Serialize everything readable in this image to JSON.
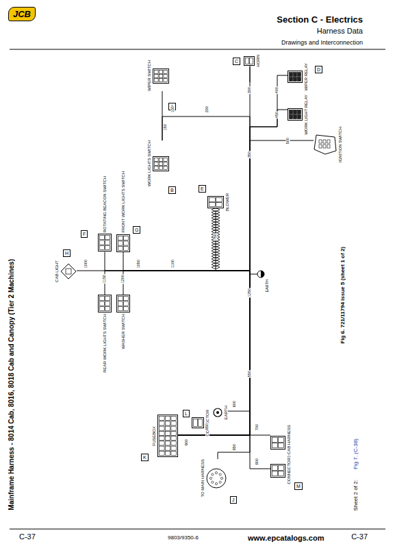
{
  "diagram": {
    "title": "Mainframe Harness - 8014 Cab, 8016, 8018 Cab and Canopy (Tier 2 Machines)",
    "caption": "Fig 6. 721/11794 issue 5 (sheet 1 of 2)",
    "nodes": [
      {
        "text": [
          "WIPER SWITCH"
        ]
      },
      {
        "text": [
          "WORK LIGHTS SWITCH"
        ]
      },
      {
        "text": [
          "HORN"
        ]
      },
      {
        "text": [
          "WIPER RELAY"
        ]
      },
      {
        "text": [
          "WORK LIGHT RELAY"
        ]
      },
      {
        "text": [
          "IGNITION SWITCH"
        ]
      },
      {
        "text": [
          "BLOWER"
        ]
      },
      {
        "text": [
          "CAB LIGHT"
        ]
      },
      {
        "text": [
          "ROTATING BEACON SWITCH"
        ]
      },
      {
        "text": [
          "FRONT WORK LIGHTS SWITCH"
        ]
      },
      {
        "text": [
          "REAR WORK LIGHTS SWITCH"
        ]
      },
      {
        "text": [
          "WASHER SWITCH"
        ]
      },
      {
        "text": [
          "FUSEBOX"
        ]
      },
      {
        "text": [
          "EARTH"
        ]
      },
      {
        "text": [
          "CONNECTOR"
        ]
      },
      {
        "text": [
          "TO CAB HARNESS"
        ]
      },
      {
        "text": [
          "CONNECTOR"
        ]
      },
      {
        "text": [
          "TO MAIN HARNESS"
        ]
      }
    ],
    "edges": [
      {
        "from": 0,
        "to": 1,
        "arrow": "none"
      },
      {
        "from": 1,
        "to": 12,
        "arrow": "none"
      },
      {
        "from": 2,
        "to": 12,
        "arrow": "none"
      },
      {
        "from": 3,
        "to": 12,
        "arrow": "none"
      },
      {
        "from": 4,
        "to": 12,
        "arrow": "none"
      },
      {
        "from": 5,
        "to": 12,
        "arrow": "none"
      },
      {
        "from": 6,
        "to": 12,
        "arrow": "none"
      },
      {
        "from": 7,
        "to": 12,
        "arrow": "none"
      },
      {
        "from": 8,
        "to": 12,
        "arrow": "none"
      },
      {
        "from": 9,
        "to": 12,
        "arrow": "none"
      },
      {
        "from": 10,
        "to": 12,
        "arrow": "none"
      },
      {
        "from": 11,
        "to": 12,
        "arrow": "none"
      },
      {
        "from": 13,
        "to": 12,
        "arrow": "none"
      },
      {
        "from": 14,
        "to": 12,
        "arrow": "none"
      },
      {
        "from": 15,
        "to": 12,
        "arrow": "none"
      },
      {
        "from": 16,
        "to": 12,
        "arrow": "none"
      },
      {
        "from": 17,
        "to": 12,
        "arrow": "none"
      }
    ],
    "labels": [
      "Section C - Electrics",
      "Harness Data",
      "Drawings and Interconnection",
      "JCB",
      "Sheet 2 of 2:",
      "Fig 7. (C-38)",
      "C-37",
      "9803/9350-6",
      "www.epcatalogs.com",
      "EARTH",
      "A",
      "B",
      "C",
      "D",
      "E",
      "F",
      "G",
      "H",
      "J",
      "K",
      "L",
      "M",
      "100",
      "150",
      "200",
      "300",
      "350",
      "400",
      "450",
      "500",
      "750",
      "1000",
      "1050",
      "1100",
      "1150",
      "1200",
      "1250",
      "550",
      "600",
      "650",
      "700",
      "800",
      "850",
      "900",
      "C-37"
    ]
  }
}
